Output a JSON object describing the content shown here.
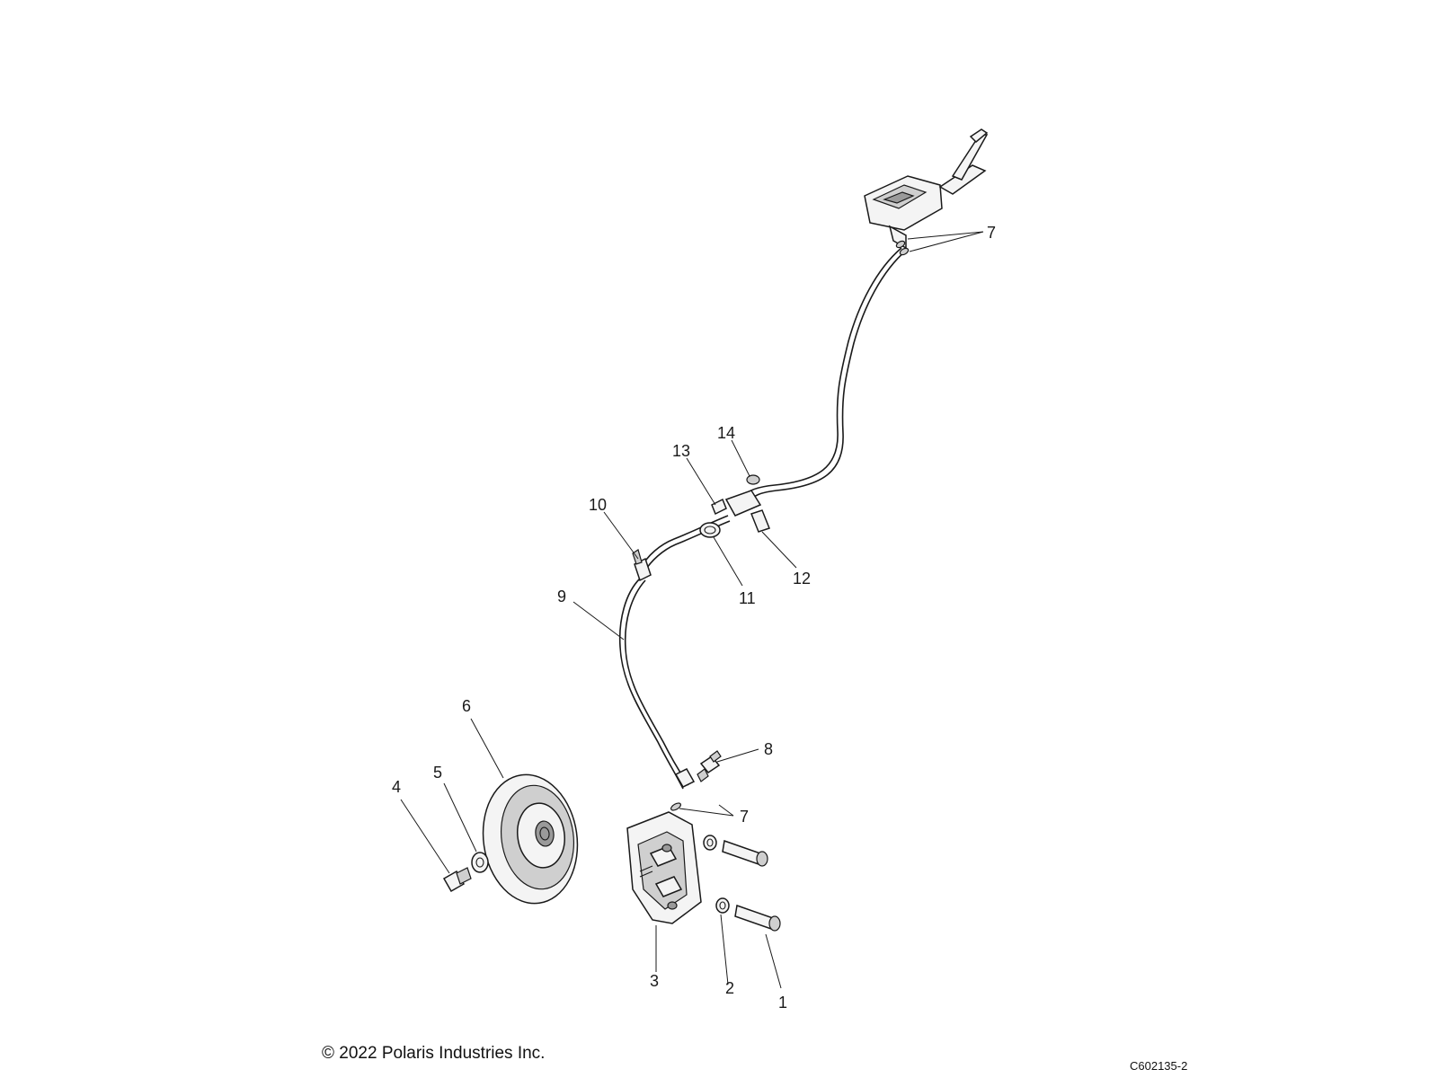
{
  "callouts": [
    {
      "id": "1",
      "label": "1"
    },
    {
      "id": "2",
      "label": "2"
    },
    {
      "id": "3",
      "label": "3"
    },
    {
      "id": "4",
      "label": "4"
    },
    {
      "id": "5",
      "label": "5"
    },
    {
      "id": "6",
      "label": "6"
    },
    {
      "id": "7a",
      "label": "7"
    },
    {
      "id": "7b",
      "label": "7"
    },
    {
      "id": "8",
      "label": "8"
    },
    {
      "id": "9",
      "label": "9"
    },
    {
      "id": "10",
      "label": "10"
    },
    {
      "id": "11",
      "label": "11"
    },
    {
      "id": "12",
      "label": "12"
    },
    {
      "id": "13",
      "label": "13"
    },
    {
      "id": "14",
      "label": "14"
    }
  ],
  "footer": {
    "copyright": "© 2022 Polaris Industries Inc.",
    "figure_id": "C602135-2"
  }
}
